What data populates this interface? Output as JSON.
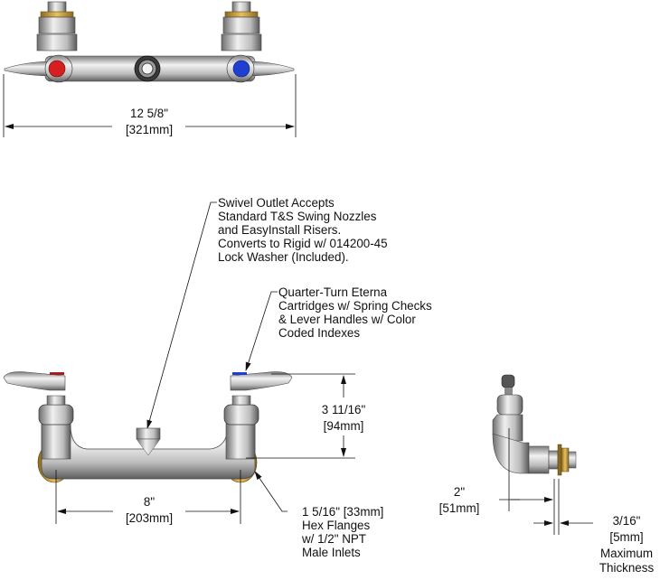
{
  "top_view": {
    "width_dim": {
      "imperial": "12 5/8\"",
      "metric": "[321mm]"
    }
  },
  "callouts": {
    "swivel_outlet": [
      "Swivel Outlet Accepts",
      "Standard T&S Swing Nozzles",
      "and EasyInstall Risers.",
      "Converts to Rigid w/ 014200-45",
      "Lock Washer (Included)."
    ],
    "cartridges": [
      "Quarter-Turn Eterna",
      "Cartridges w/ Spring Checks",
      "& Lever Handles w/ Color",
      "Coded Indexes"
    ],
    "hex_flanges": [
      "1 5/16\" [33mm]",
      "Hex Flanges",
      "w/ 1/2\" NPT",
      "Male Inlets"
    ]
  },
  "front_view": {
    "center_dim": {
      "imperial": "8\"",
      "metric": "[203mm]"
    },
    "height_dim": {
      "imperial": "3 11/16\"",
      "metric": "[94mm]"
    }
  },
  "side_view": {
    "offset_dim": {
      "imperial": "2\"",
      "metric": "[51mm]"
    },
    "thickness_dim": {
      "imperial": "3/16\"",
      "metric": "[5mm]",
      "note_1": "Maximum",
      "note_2": "Thickness"
    }
  },
  "colors": {
    "hot_index": "#d42020",
    "cold_index": "#1f3fd0",
    "brass": "#c9a040",
    "chrome": "#c8c8c8"
  }
}
